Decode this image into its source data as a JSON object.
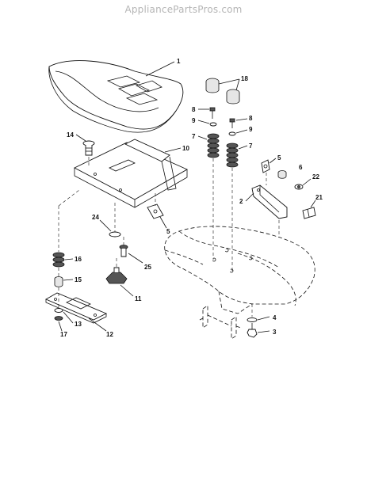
{
  "watermark": "AppliancePartsPros.com",
  "callouts": [
    "1",
    "18",
    "8",
    "8",
    "9",
    "9",
    "7",
    "7",
    "14",
    "10",
    "5",
    "6",
    "22",
    "2",
    "21",
    "24",
    "5",
    "16",
    "25",
    "15",
    "11",
    "13",
    "12",
    "17",
    "4",
    "3"
  ]
}
